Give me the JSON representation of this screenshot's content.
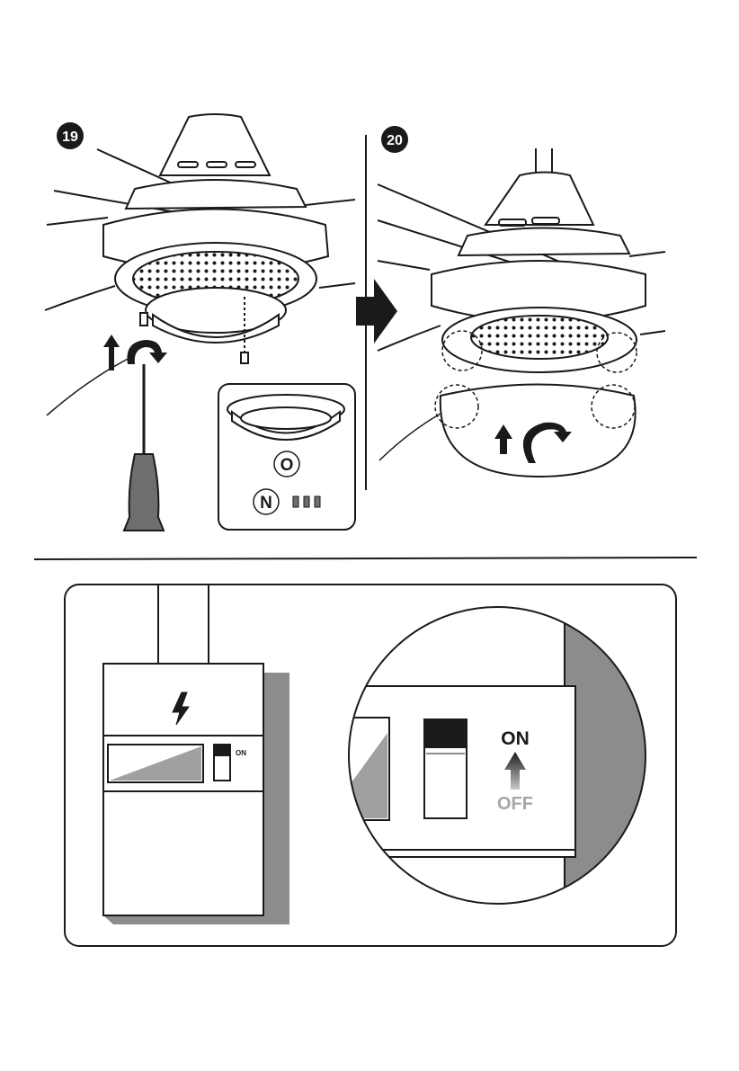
{
  "steps": [
    {
      "number": "19",
      "parts": [
        {
          "label": "O"
        },
        {
          "label": "N"
        }
      ]
    },
    {
      "number": "20"
    }
  ],
  "breaker": {
    "small_switch_label": "ON",
    "zoom_on_label": "ON",
    "zoom_off_label": "OFF"
  },
  "colors": {
    "ink": "#1a1a1a",
    "shadow_gray": "#8c8c8c",
    "off_gray": "#a6a6a6"
  }
}
